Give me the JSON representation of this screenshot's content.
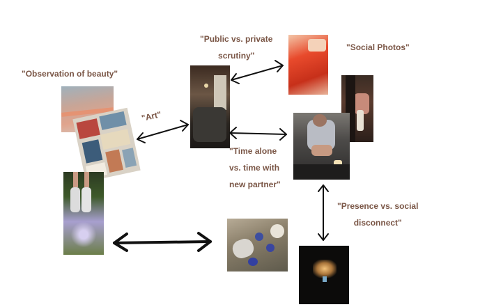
{
  "labels": {
    "observation_of_beauty": "\"Observation of beauty\"",
    "art": "\"Art\"",
    "public_private_line1": "\"Public vs. private",
    "public_private_line2": "scrutiny\"",
    "social_photos": "\"Social Photos\"",
    "time_alone_line1": "\"Time alone",
    "time_alone_line2": "vs. time with",
    "time_alone_line3": "new partner\"",
    "presence_line1": "\"Presence vs. social",
    "presence_line2": "disconnect\""
  },
  "colors": {
    "label_text": "#7a5646",
    "arrow_stroke": "#111111",
    "background": "#ffffff"
  }
}
